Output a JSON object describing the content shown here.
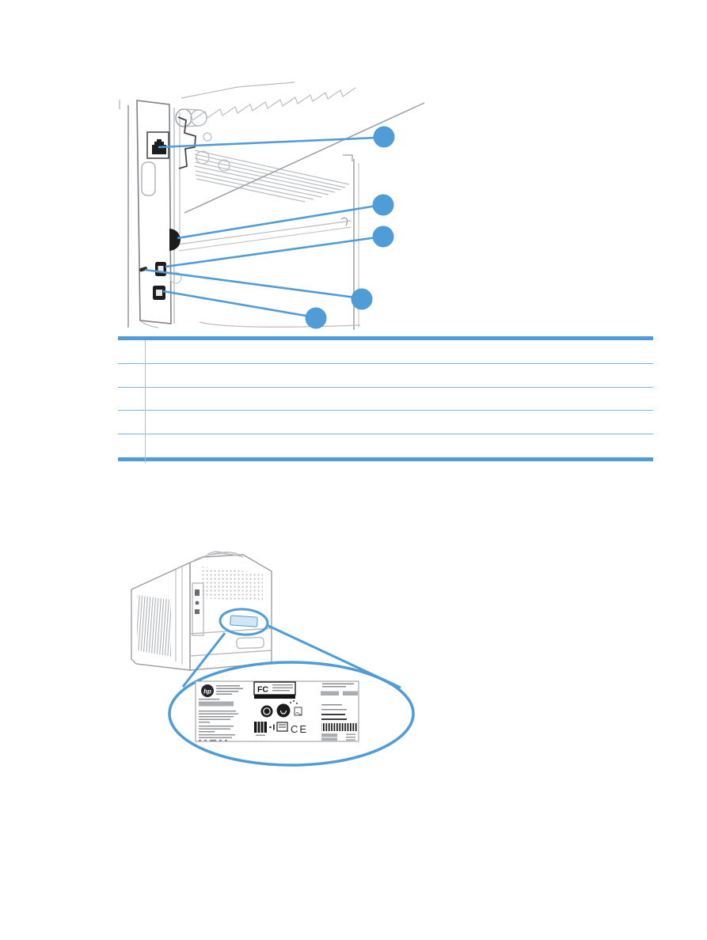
{
  "colors": {
    "page_bg": "#ffffff",
    "accent_blue": "#4f9cd6",
    "table_line_blue": "#7fb5e0",
    "table_divider_blue": "#9cc4e6",
    "label_fill_blue": "#d4e6f5",
    "art_gray_light": "#b9bcbf",
    "art_gray_mid": "#9b9ea2",
    "art_dark": "#1d1d1f"
  },
  "figures": {
    "interface_ports": {
      "callout_count": 5,
      "callout_markers": [
        "",
        "",
        "",
        "",
        ""
      ],
      "ports": [
        "network-rj45-port",
        "foreign-interface-port",
        "usb-device-port",
        "security-lock-slot",
        "usb-host-port"
      ]
    },
    "serial_label": {
      "hp_logo": "hp",
      "fcc_logo": "FC",
      "ce_mark": "CE"
    }
  },
  "table": {
    "rows": [
      {
        "number": "",
        "description": ""
      },
      {
        "number": "",
        "description": ""
      },
      {
        "number": "",
        "description": ""
      },
      {
        "number": "",
        "description": ""
      },
      {
        "number": "",
        "description": ""
      }
    ]
  }
}
